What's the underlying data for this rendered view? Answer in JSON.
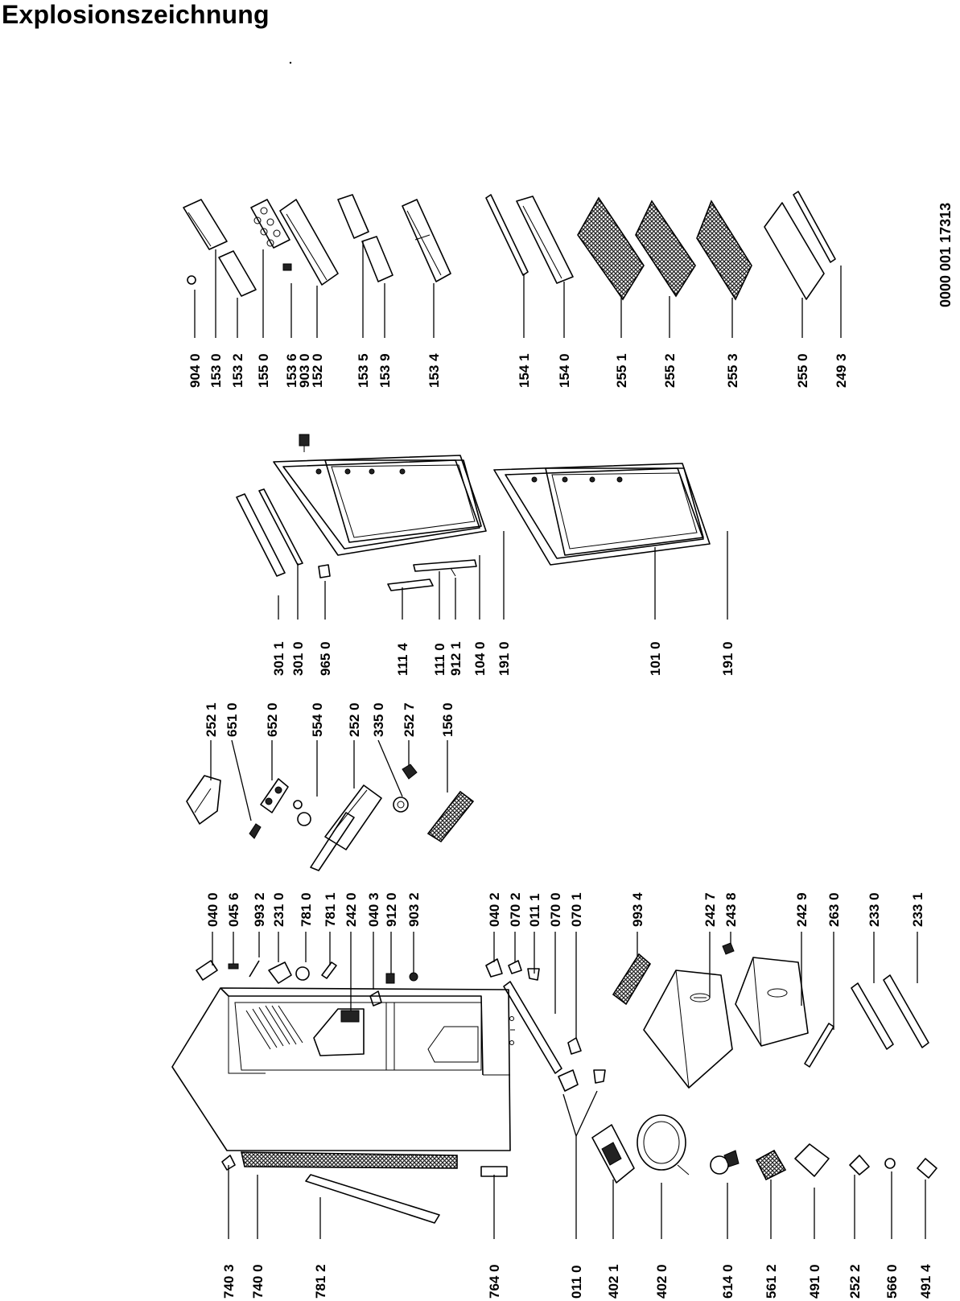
{
  "title": "Explosionszeichnung",
  "doc_number": "0000 001 17313",
  "labels": {
    "l904_0": "904 0",
    "l153_0": "153 0",
    "l153_2": "153 2",
    "l155_0": "155 0",
    "l153_6": "153 6",
    "l903_0": "903 0",
    "l152_0": "152 0",
    "l153_5": "153 5",
    "l153_9": "153 9",
    "l153_4": "153 4",
    "l154_1": "154 1",
    "l154_0": "154 0",
    "l255_1": "255 1",
    "l255_2": "255 2",
    "l255_3": "255 3",
    "l255_0": "255 0",
    "l249_3": "249 3",
    "l301_1": "301 1",
    "l301_0": "301 0",
    "l965_0": "965 0",
    "l111_4": "111 4",
    "l111_0": "111 0",
    "l912_1": "912 1",
    "l104_0": "104 0",
    "l191_0a": "191 0",
    "l101_0": "101 0",
    "l191_0b": "191 0",
    "l252_1": "252 1",
    "l651_0": "651 0",
    "l652_0": "652 0",
    "l554_0": "554 0",
    "l252_0": "252 0",
    "l335_0": "335 0",
    "l252_7": "252 7",
    "l156_0": "156 0",
    "l040_0": "040 0",
    "l045_6": "045 6",
    "l993_2": "993 2",
    "l231_0": "231 0",
    "l781_0": "781 0",
    "l781_1": "781 1",
    "l242_0": "242 0",
    "l040_3": "040 3",
    "l912_0": "912 0",
    "l903_2": "903 2",
    "l040_2": "040 2",
    "l070_2": "070 2",
    "l011_1": "011 1",
    "l070_0": "070 0",
    "l070_1": "070 1",
    "l993_4": "993 4",
    "l242_7": "242 7",
    "l243_8": "243 8",
    "l242_9": "242 9",
    "l263_0": "263 0",
    "l233_0": "233 0",
    "l233_1": "233 1",
    "l740_3": "740 3",
    "l740_0": "740 0",
    "l781_2": "781 2",
    "l764_0": "764 0",
    "l011_0": "011 0",
    "l402_1": "402 1",
    "l402_0": "402 0",
    "l614_0": "614 0",
    "l561_2": "561 2",
    "l491_0": "491 0",
    "l252_2": "252 2",
    "l566_0": "566 0",
    "l491_4": "491 4"
  }
}
